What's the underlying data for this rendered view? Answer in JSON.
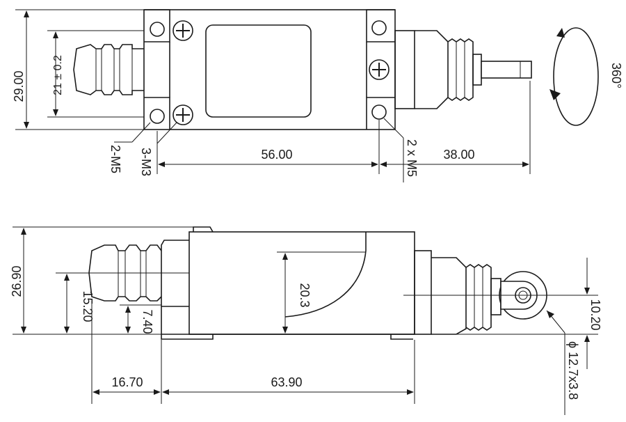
{
  "top_view": {
    "height_total": "29.00",
    "boot_height": "21 ± 0.2",
    "mount_hole_label": "2-M5",
    "screw_label": "3-M3",
    "span_1": "56.00",
    "span_2": "38.00",
    "side_hole_label": "2 x M5",
    "rotation_label": "360°"
  },
  "side_view": {
    "height_total": "26.90",
    "boot_height": "15.20",
    "boot_offset": "7.40",
    "body_height": "20.3",
    "span_1": "16.70",
    "span_2": "63.90",
    "roller_offset": "10.20",
    "roller_size": "ϕ 12.7x3.8"
  }
}
